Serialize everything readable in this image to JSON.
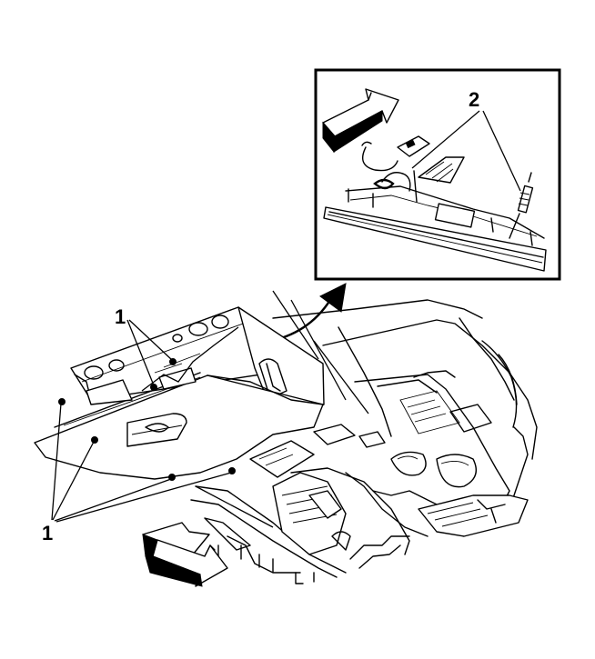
{
  "callouts": {
    "label_1_top": "1",
    "label_1_bottom": "1",
    "label_2": "2"
  },
  "icons": {
    "direction_arrow_inset": "forward-arrow-icon",
    "direction_arrow_main": "forward-arrow-icon",
    "detail_pointer": "curved-arrow-icon"
  },
  "colors": {
    "line": "#000000",
    "background": "#ffffff"
  }
}
